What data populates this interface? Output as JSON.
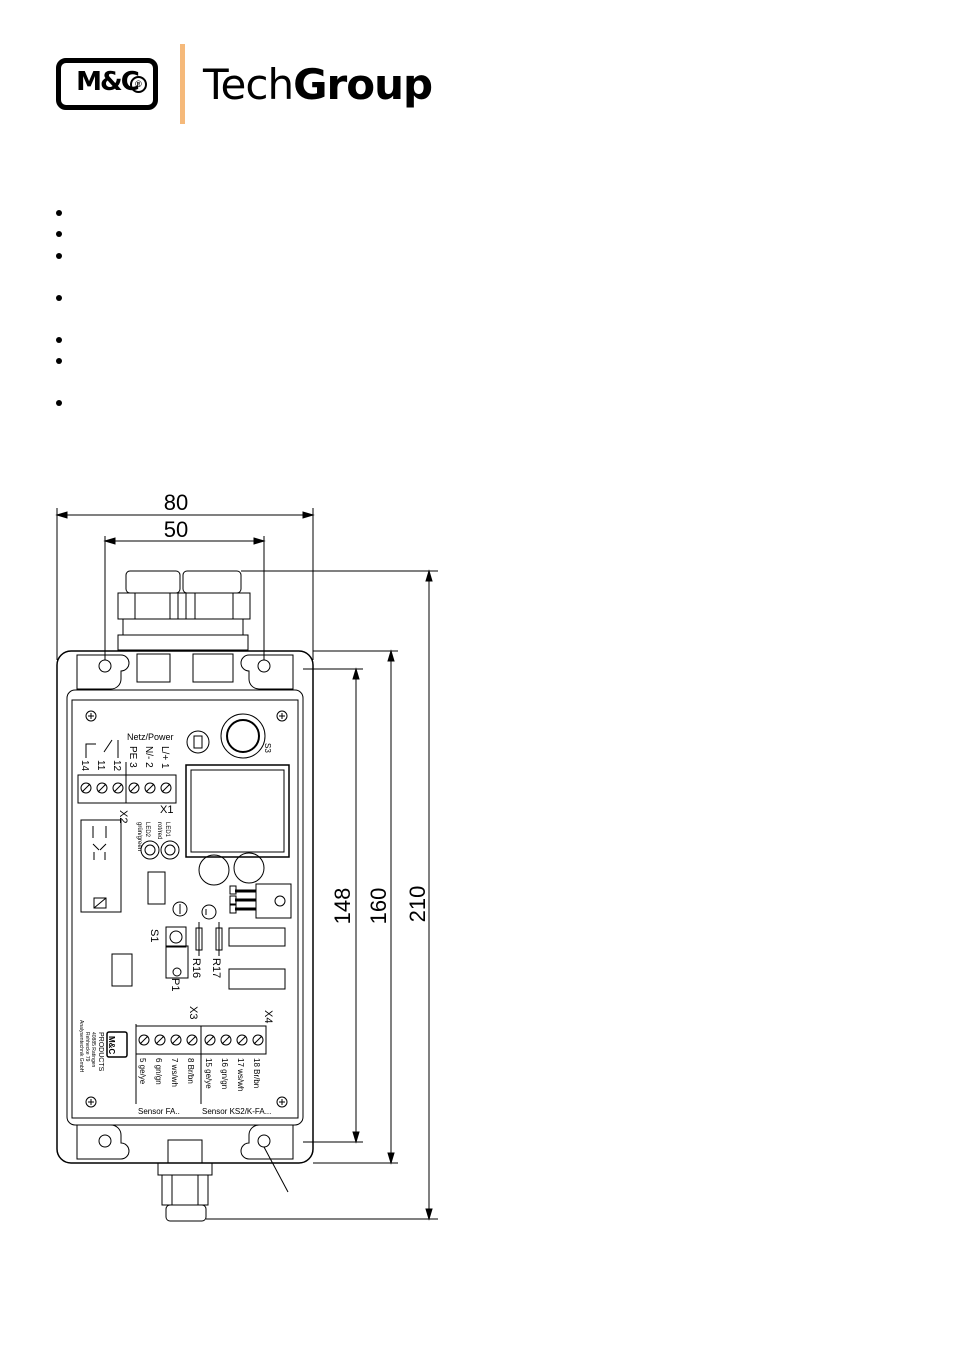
{
  "header": {
    "logo_text": "M&C",
    "logo_reg": "®",
    "brand_light": "Tech",
    "brand_bold": "Group"
  },
  "bullets": [
    {
      "y": 0
    },
    {
      "y": 1
    },
    {
      "y": 2
    },
    {
      "y": 3
    },
    {
      "y": 4
    },
    {
      "y": 5
    },
    {
      "y": 6
    }
  ],
  "dimensions": {
    "width_outer": "80",
    "width_inner": "50",
    "height_148": "148",
    "height_160": "160",
    "height_210": "210"
  },
  "board": {
    "netz_power": "Netz/Power",
    "x1_pins": [
      "L/+ 1",
      "N/- 2",
      "PE 3"
    ],
    "x2_pins": [
      "12",
      "11",
      "14"
    ],
    "x1": "X1",
    "x2": "X2",
    "x3": "X3",
    "x4": "X4",
    "led1": "LED1",
    "led1_color": "rot/red",
    "led2": "LED2",
    "led2_color": "grün/green",
    "s1": "S1",
    "s3": "S3",
    "r16": "R16",
    "r17": "R17",
    "p1": "P1",
    "x3_pins": [
      "5 ge/ye",
      "6 gn/gn",
      "7 ws/wh",
      "8 Br/bn"
    ],
    "x4_pins": [
      "15 ge/ye",
      "16 gn/gn",
      "17 ws/wh",
      "18 Br/bn"
    ],
    "sensor_fa": "Sensor FA..",
    "sensor_ks2": "Sensor KS2/K-FA...",
    "mc_logo": "M&C",
    "company_lines": [
      "PRODUCTS",
      "40885 Ratingen",
      "Rehhecke 79",
      "Analysentechnik GmbH"
    ]
  }
}
